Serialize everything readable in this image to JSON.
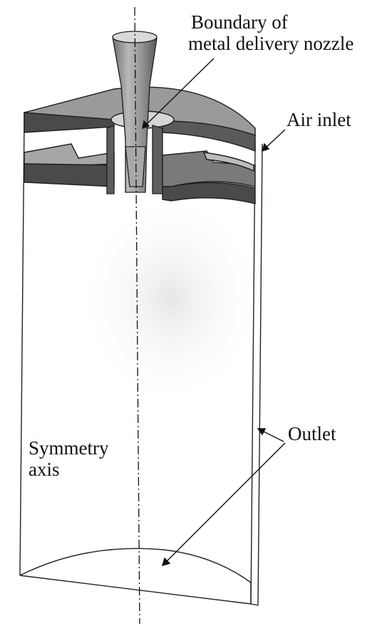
{
  "labels": {
    "nozzle_boundary_line1": "Boundary of",
    "nozzle_boundary_line2": "metal delivery nozzle",
    "air_inlet": "Air inlet",
    "outlet": "Outlet",
    "symmetry_axis_line1": "Symmetry",
    "symmetry_axis_line2": "axis"
  },
  "colors": {
    "solid_dark": "#4a4a4a",
    "solid_top": "#9a9a9a",
    "solid_mid": "#7a7a7a",
    "nozzle_light": "#bdbdbd",
    "outline": "#222222",
    "background": "#ffffff"
  }
}
